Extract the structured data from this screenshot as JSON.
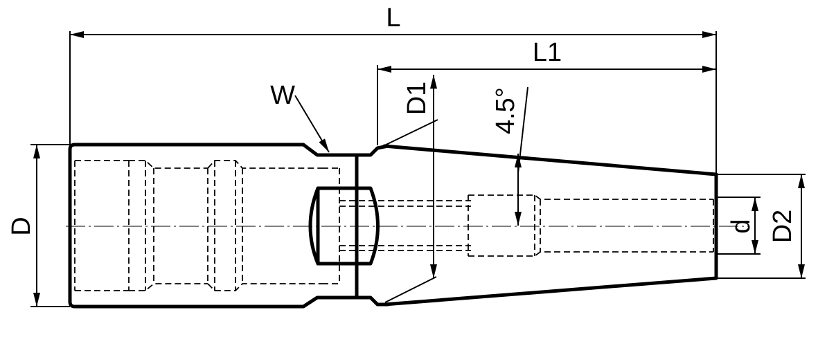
{
  "labels": {
    "L": "L",
    "L1": "L1",
    "W": "W",
    "D": "D",
    "D1": "D1",
    "D2": "D2",
    "d": "d",
    "angle": "4.5°"
  }
}
